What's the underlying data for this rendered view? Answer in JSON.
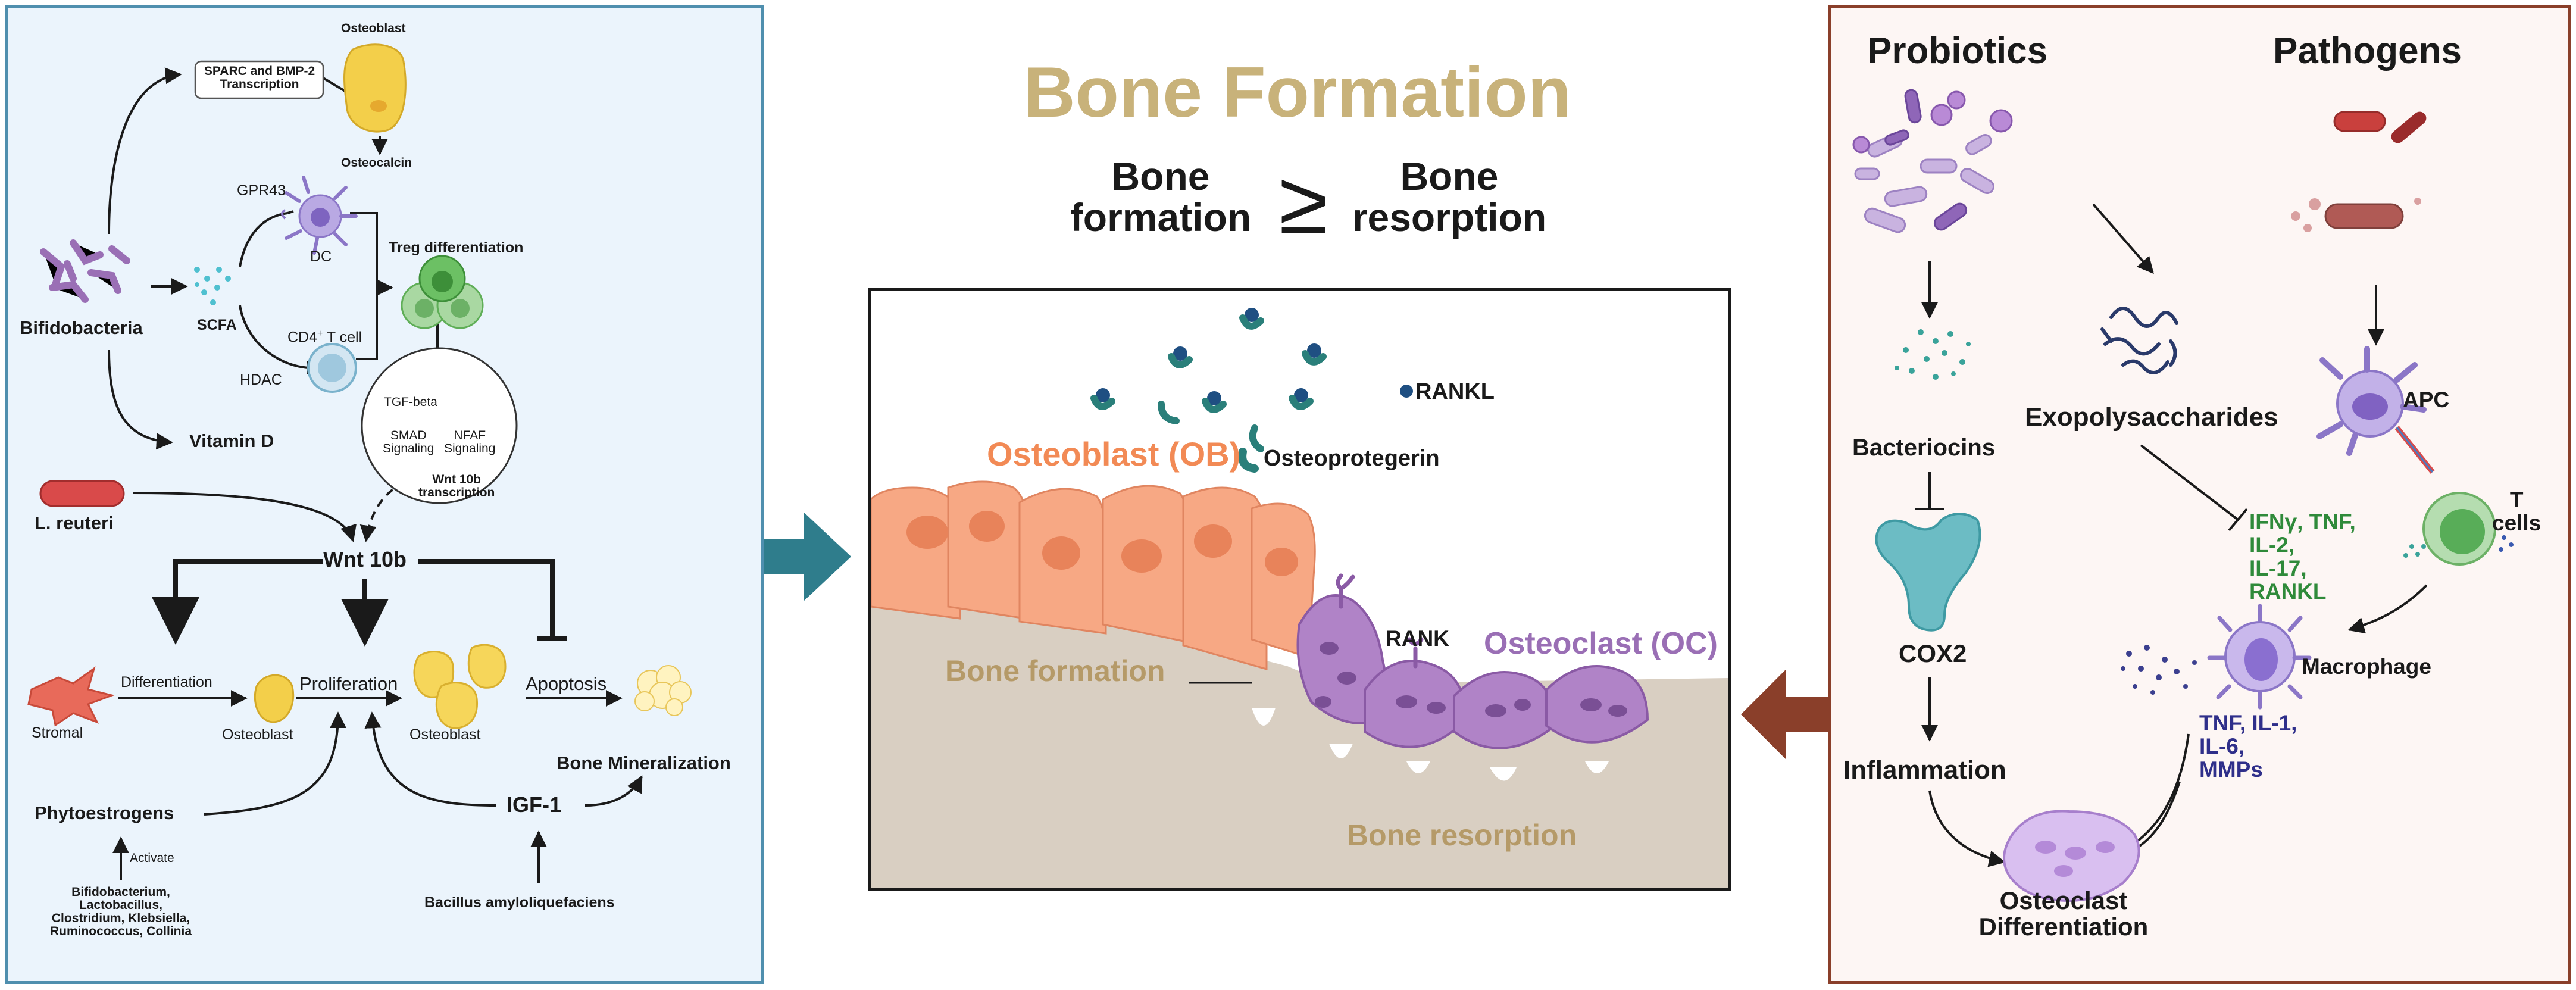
{
  "colors": {
    "left_bg": "#ebf4fc",
    "left_border": "#4f8fae",
    "right_bg": "#fdf6f4",
    "right_border": "#8a3f2a",
    "title": "#c8b27a",
    "arrow_teal": "#2f7d8c",
    "arrow_brown": "#8a3f2a",
    "green_text": "#2f8a3a",
    "navy_text": "#2f2f8a"
  },
  "center": {
    "title": "Bone Formation",
    "formation_line1": "Bone",
    "formation_line2": "formation",
    "ge_symbol": "≥",
    "resorption_line1": "Bone",
    "resorption_line2": "resorption",
    "rankl": "RANKL",
    "osteoprotegerin": "Osteoprotegerin",
    "osteoblast_ob": "Osteoblast (OB)",
    "osteoclast_oc": "Osteoclast (OC)",
    "rank": "RANK",
    "bone_formation": "Bone formation",
    "bone_resorption": "Bone resorption"
  },
  "left": {
    "osteoblast_top": "Osteoblast",
    "sparc_line1": "SPARC and BMP-2",
    "sparc_line2": "Transcription",
    "osteocalcin": "Osteocalcin",
    "gpr43": "GPR43",
    "dc": "DC",
    "treg": "Treg differentiation",
    "bifidobacteria": "Bifidobacteria",
    "scfa": "SCFA",
    "cd4_main": "CD4",
    "cd4_sup": "+",
    "cd4_rest": " T cell",
    "hdac": "HDAC",
    "tgf": "TGF-beta",
    "smad_line1": "SMAD",
    "smad_line2": "Signaling",
    "nfaf_line1": "NFAF",
    "nfaf_line2": "Signaling",
    "wnt_trans_line1": "Wnt 10b",
    "wnt_trans_line2": "transcription",
    "vitamin_d": "Vitamin D",
    "l_reuteri": "L. reuteri",
    "wnt10b": "Wnt 10b",
    "differentiation": "Differentiation",
    "proliferation": "Proliferation",
    "apoptosis": "Apoptosis",
    "stromal": "Stromal",
    "osteoblast1": "Osteoblast",
    "osteoblast2": "Osteoblast",
    "bone_mineralization": "Bone Mineralization",
    "phytoestrogens": "Phytoestrogens",
    "igf1": "IGF-1",
    "activate": "Activate",
    "bacteria_list": [
      "Bifidobacterium,",
      "Lactobacillus,",
      "Clostridium, Klebsiella,",
      "Ruminococcus, Collinia"
    ],
    "bacillus": "Bacillus  amyloliquefaciens"
  },
  "right": {
    "probiotics": "Probiotics",
    "pathogens": "Pathogens",
    "apc": "APC",
    "t_cells_line1": "T",
    "t_cells_line2": "cells",
    "bacteriocins": "Bacteriocins",
    "exopolysaccharides": "Exopolysaccharides",
    "cytokines_green": [
      "IFNγ, TNF,",
      "IL-2,",
      "IL-17,",
      "RANKL"
    ],
    "cox2": "COX2",
    "macrophage": "Macrophage",
    "cytokines_navy": [
      "TNF, IL-1,",
      "IL-6,",
      "MMPs"
    ],
    "inflammation": "Inflammation",
    "oc_diff_line1": "Osteoclast",
    "oc_diff_line2": "Differentiation"
  }
}
